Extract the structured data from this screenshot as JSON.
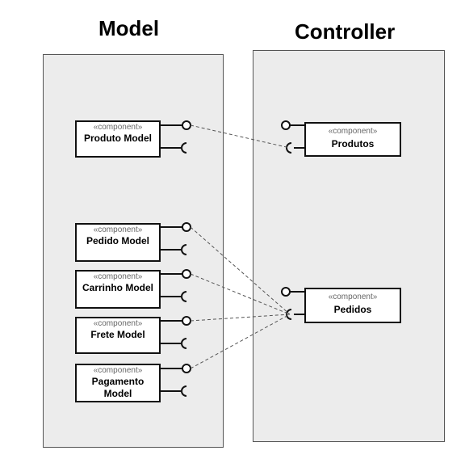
{
  "headings": {
    "model": "Model",
    "controller": "Controller"
  },
  "stereotype": "«component»",
  "model_components": [
    {
      "id": "produto",
      "name": "Produto Model"
    },
    {
      "id": "pedido",
      "name": "Pedido Model"
    },
    {
      "id": "carrinho",
      "name": "Carrinho Model"
    },
    {
      "id": "frete",
      "name": "Frete Model"
    },
    {
      "id": "pagamento",
      "name": "Pagamento Model"
    }
  ],
  "controller_components": [
    {
      "id": "produtos",
      "name": "Produtos"
    },
    {
      "id": "pedidos",
      "name": "Pedidos"
    }
  ],
  "connections": [
    {
      "from": "produto",
      "to": "produtos"
    },
    {
      "from": "pedido",
      "to": "pedidos"
    },
    {
      "from": "carrinho",
      "to": "pedidos"
    },
    {
      "from": "frete",
      "to": "pedidos"
    },
    {
      "from": "pagamento",
      "to": "pedidos"
    }
  ]
}
